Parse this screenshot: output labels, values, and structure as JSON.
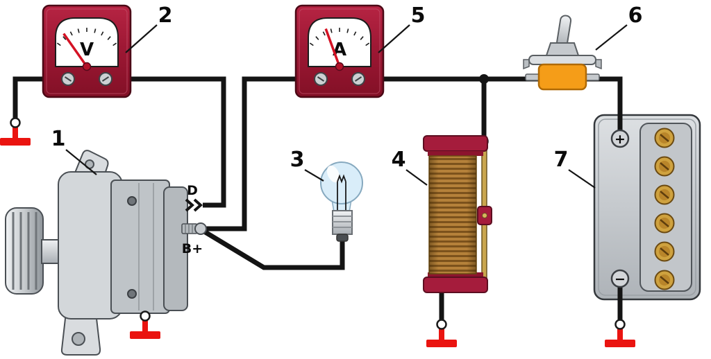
{
  "diagram": {
    "callouts": {
      "alternator": "1",
      "voltmeter": "2",
      "lamp": "3",
      "rheostat": "4",
      "ammeter": "5",
      "switch": "6",
      "battery": "7"
    },
    "meters": {
      "voltmeter_letter": "V",
      "ammeter_letter": "A"
    },
    "alternator_terminals": {
      "d": "D",
      "bplus": "B+"
    },
    "battery_terminals": {
      "positive": "+",
      "negative": "−"
    },
    "colors": {
      "wire": "#141414",
      "ground_red": "#ea1410",
      "meter_body": "#9c1733",
      "switch_body": "#f59d18",
      "coil_copper": "#b5813a",
      "rheostat_caps": "#a51c3c",
      "lamp_glass": "#d9edf9",
      "battery_body": "#c6cacd",
      "cell_cap": "#cfa23f"
    }
  }
}
